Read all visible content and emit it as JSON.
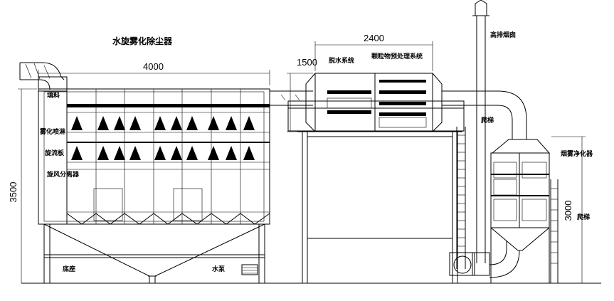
{
  "labels": {
    "title": "水旋雾化除尘器",
    "filter": "填料",
    "atomizer": "雾化喷淋",
    "swirl_plate": "旋流板",
    "cyclone": "旋风分离器",
    "base": "底座",
    "pump": "水泵",
    "dewater": "脱水系统",
    "particle_pre": "颗粒物预处理系统",
    "stack": "高排烟囱",
    "ladder_top": "爬梯",
    "smoke_purifier": "烟雾净化器",
    "ladder_side": "爬梯"
  },
  "dimensions": {
    "width_4000": "4000",
    "width_2400": "2400",
    "height_1500": "1500",
    "height_3500": "3500",
    "height_3000": "3000"
  }
}
